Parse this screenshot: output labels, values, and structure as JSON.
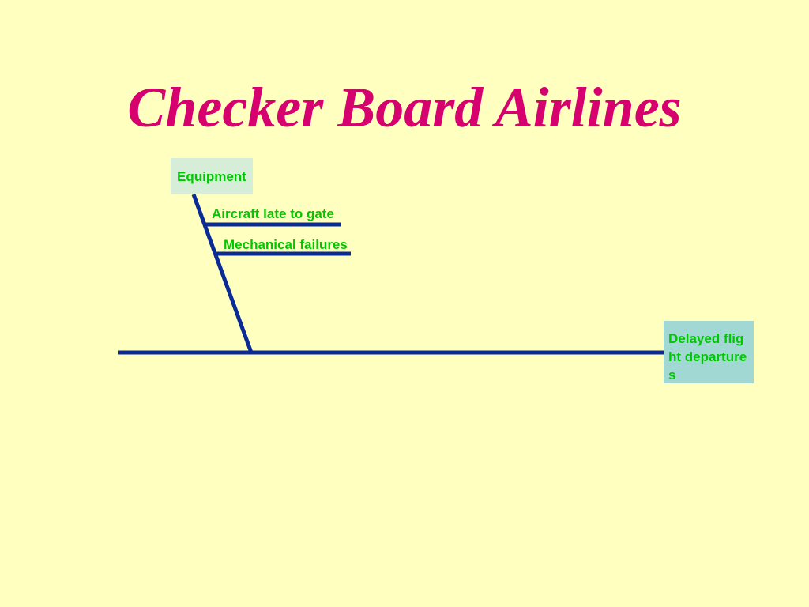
{
  "title": "Checker Board Airlines",
  "diagram": {
    "type": "fishbone",
    "category": {
      "label": "Equipment",
      "causes": [
        "Aircraft late to gate",
        "Mechanical failures"
      ]
    },
    "effect": "Delayed flight departures"
  },
  "colors": {
    "background": "#ffffc0",
    "title": "#d6006f",
    "label_text": "#00c800",
    "lines": "#0a2a96",
    "category_box": "#d6eed8",
    "effect_box": "#a2d8d4"
  }
}
